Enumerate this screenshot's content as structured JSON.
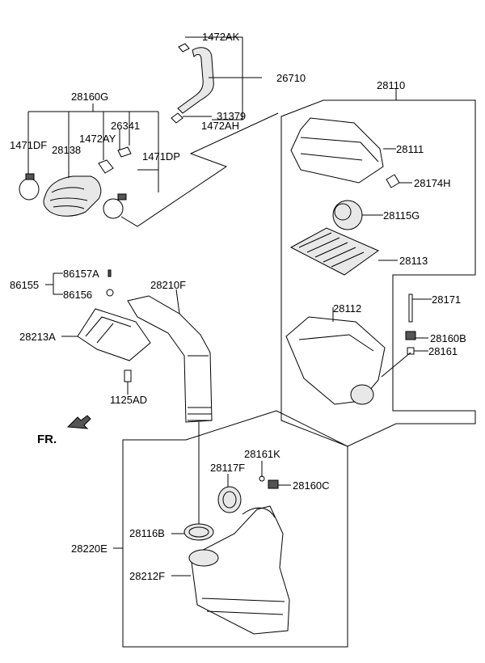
{
  "labels": {
    "p1472AK": "1472AK",
    "p26710": "26710",
    "p31379": "31379",
    "p1472AH": "1472AH",
    "p28160G": "28160G",
    "p26341": "26341",
    "p1472AY": "1472AY",
    "p1471DF": "1471DF",
    "p28138": "28138",
    "p1471DP": "1471DP",
    "p28110": "28110",
    "p28111": "28111",
    "p28174H": "28174H",
    "p28115G": "28115G",
    "p28113": "28113",
    "p28171": "28171",
    "p28112": "28112",
    "p28160B": "28160B",
    "p28161": "28161",
    "p86157A": "86157A",
    "p86155": "86155",
    "p86156": "86156",
    "p28210F": "28210F",
    "p28213A": "28213A",
    "p1125AD": "1125AD",
    "fr": "FR.",
    "p28161K": "28161K",
    "p28117F": "28117F",
    "p28160C": "28160C",
    "p28116B": "28116B",
    "p28220E": "28220E",
    "p28212F": "28212F"
  }
}
